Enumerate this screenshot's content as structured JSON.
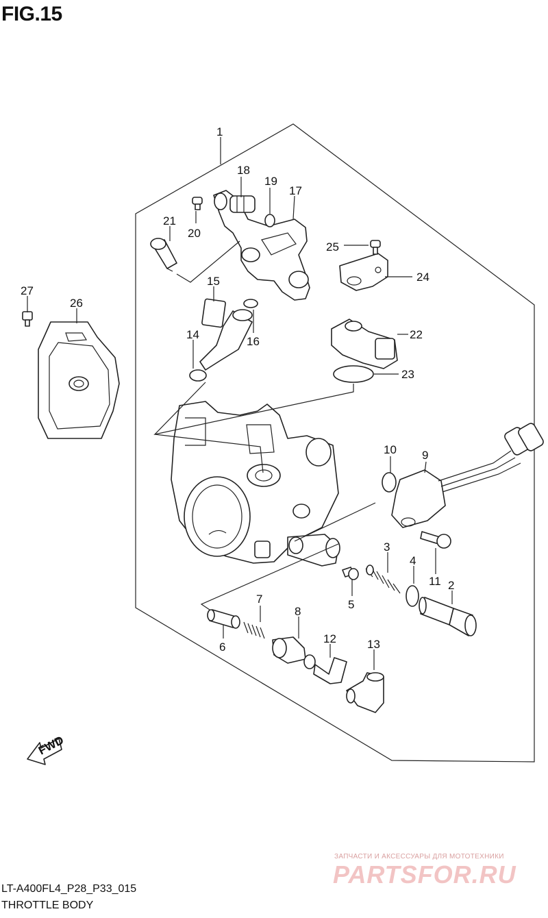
{
  "figure": {
    "title": "FIG.15"
  },
  "captions": {
    "code": "LT-A400FL4_P28_P33_015",
    "title": "THROTTLE BODY"
  },
  "watermark": {
    "tagline": "ЗАПЧАСТИ И АКСЕССУАРЫ ДЛЯ МОТОТЕХНИКИ",
    "logo": "PARTSFOR.RU"
  },
  "direction_arrow": {
    "label": "FWD"
  },
  "callouts": {
    "c1": "1",
    "c2": "2",
    "c3": "3",
    "c4": "4",
    "c5": "5",
    "c6": "6",
    "c7": "7",
    "c8": "8",
    "c9": "9",
    "c10": "10",
    "c11": "11",
    "c12": "12",
    "c13": "13",
    "c14": "14",
    "c15": "15",
    "c16": "16",
    "c17": "17",
    "c18": "18",
    "c19": "19",
    "c20": "20",
    "c21": "21",
    "c22": "22",
    "c23": "23",
    "c24": "24",
    "c25": "25",
    "c26": "26",
    "c27": "27"
  }
}
